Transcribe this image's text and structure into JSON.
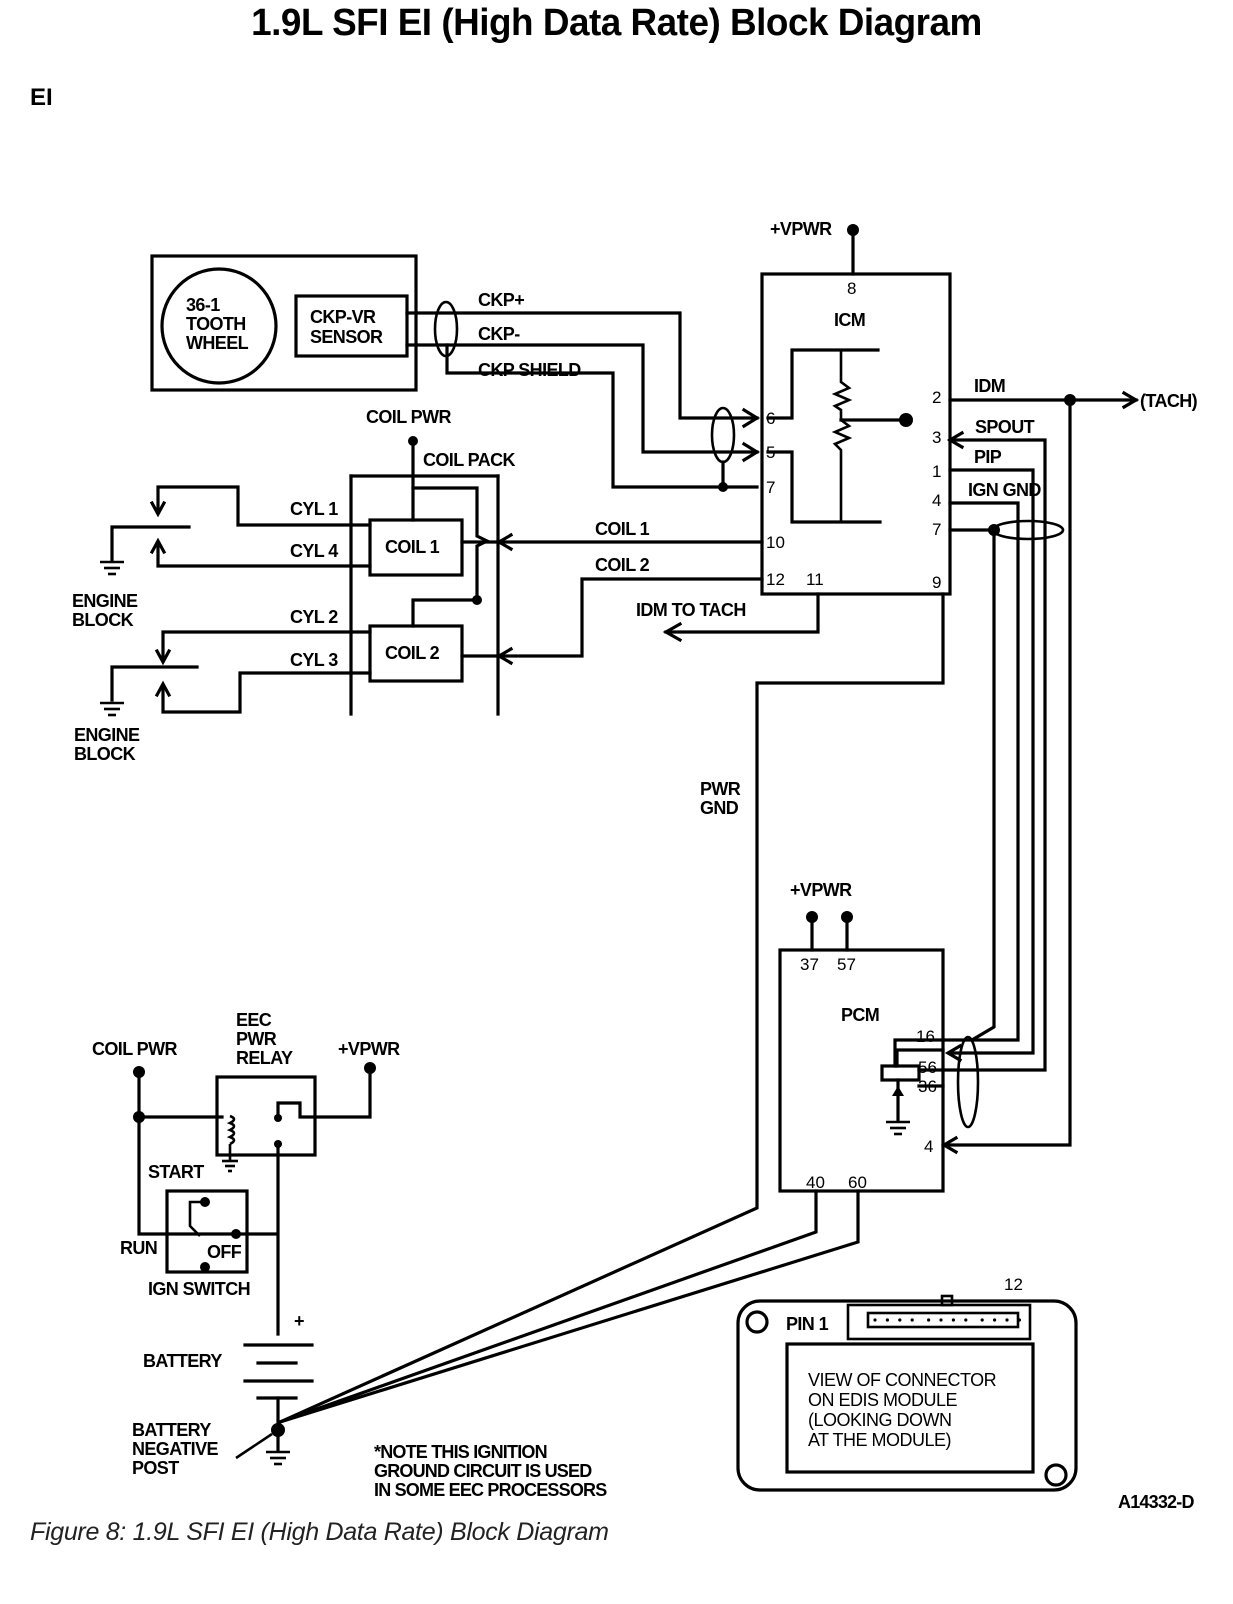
{
  "header": {
    "title": "1.9L SFI EI (High Data Rate) Block Diagram",
    "section": "EI"
  },
  "caption": "Figure 8: 1.9L SFI EI (High Data Rate) Block Diagram",
  "drawing_id": "A14332-D",
  "crank_sensor": {
    "wheel_lines": [
      "36-1",
      "TOOTH",
      "WHEEL"
    ],
    "sensor_lines": [
      "CKP-VR",
      "SENSOR"
    ],
    "signals": {
      "ckp_plus": "CKP+",
      "ckp_minus": "CKP-",
      "ckp_shield": "CKP SHIELD"
    }
  },
  "icm": {
    "label": "ICM",
    "vpwr": "+VPWR",
    "pins": {
      "p8": "8",
      "p6": "6",
      "p5": "5",
      "p7_left": "7",
      "p10": "10",
      "p12": "12",
      "p11": "11",
      "p2": "2",
      "p3": "3",
      "p1": "1",
      "p4": "4",
      "p7_right": "7",
      "p9": "9"
    },
    "signals": {
      "idm": "IDM",
      "tach": "(TACH)",
      "spout": "SPOUT",
      "pip": "PIP",
      "ign_gnd": "IGN GND"
    }
  },
  "coil_pack": {
    "label": "COIL PACK",
    "coil_pwr": "COIL PWR",
    "coil1": "COIL 1",
    "coil2": "COIL 2",
    "cylinders": {
      "cyl1": "CYL 1",
      "cyl4": "CYL 4",
      "cyl2": "CYL 2",
      "cyl3": "CYL 3"
    },
    "ground_label_lines": [
      "ENGINE",
      "BLOCK"
    ],
    "wires": {
      "coil1": "COIL 1",
      "coil2": "COIL 2",
      "idm_to_tach": "IDM TO TACH"
    }
  },
  "pwr_gnd_lines": [
    "PWR",
    "GND"
  ],
  "pcm": {
    "label": "PCM",
    "vpwr": "+VPWR",
    "pins": {
      "p37": "37",
      "p57": "57",
      "p16": "16",
      "p56": "56",
      "p36": "36",
      "p4": "4",
      "p40": "40",
      "p60": "60"
    }
  },
  "power_circuit": {
    "coil_pwr": "COIL PWR",
    "relay_lines": [
      "EEC",
      "PWR",
      "RELAY"
    ],
    "vpwr": "+VPWR",
    "switch": {
      "start": "START",
      "run": "RUN",
      "off": "OFF",
      "label": "IGN SWITCH"
    },
    "battery": "BATTERY",
    "plus_sign": "+",
    "neg_post_lines": [
      "BATTERY",
      "NEGATIVE",
      "POST"
    ]
  },
  "note_lines": [
    "*NOTE THIS IGNITION",
    "GROUND CIRCUIT IS USED",
    "IN SOME EEC PROCESSORS"
  ],
  "connector_view": {
    "pin1": "PIN 1",
    "pin12": "12",
    "description_lines": [
      "VIEW OF CONNECTOR",
      "ON EDIS MODULE",
      "(LOOKING DOWN",
      "AT THE MODULE)"
    ]
  }
}
